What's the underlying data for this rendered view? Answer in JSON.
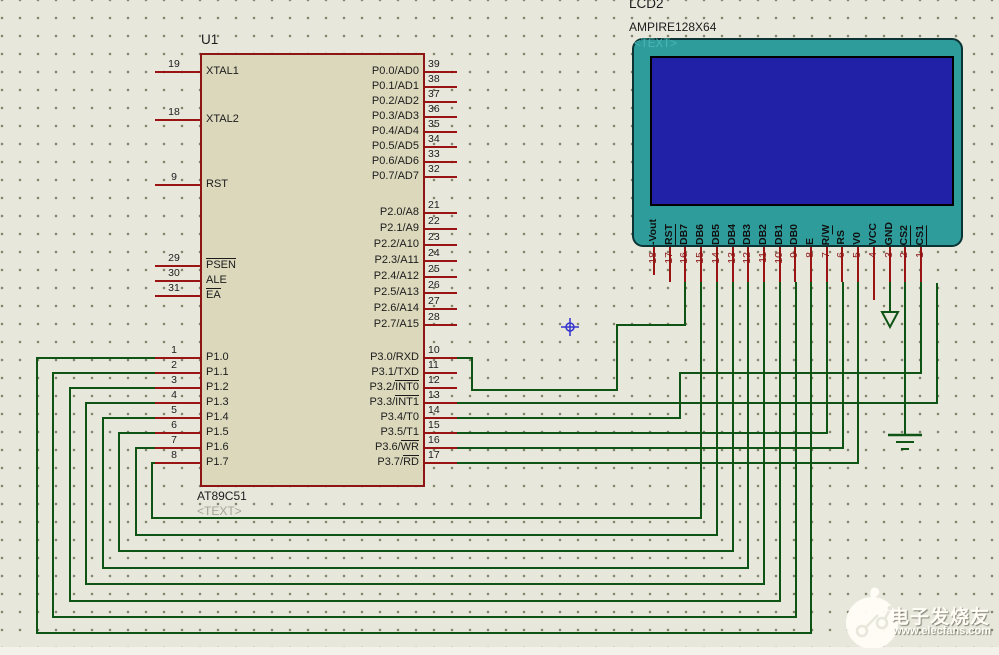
{
  "colors": {
    "background": "#e8e7dc",
    "wire_green": "#0e5414",
    "pin_red": "#9b1414",
    "chip_fill": "#dbd8bc",
    "chip_border": "#8f1515",
    "lcd_frame": "#2f9c9c",
    "lcd_screen": "#2121a8",
    "crosshair_blue": "#3333cc",
    "number_maroon": "#8b1616"
  },
  "chip": {
    "ref": "U1",
    "part": "AT89C51",
    "note": "<TEXT>",
    "left_pins": [
      {
        "num": "19",
        "pre": "XTAL1",
        "bar": ""
      },
      {
        "num": "18",
        "pre": "XTAL2",
        "bar": ""
      },
      {
        "num": "9",
        "pre": "RST",
        "bar": ""
      },
      {
        "num": "29",
        "pre": "",
        "bar": "PSEN"
      },
      {
        "num": "30",
        "pre": "ALE",
        "bar": ""
      },
      {
        "num": "31",
        "pre": "",
        "bar": "EA"
      },
      {
        "num": "1",
        "pre": "P1.0",
        "bar": ""
      },
      {
        "num": "2",
        "pre": "P1.1",
        "bar": ""
      },
      {
        "num": "3",
        "pre": "P1.2",
        "bar": ""
      },
      {
        "num": "4",
        "pre": "P1.3",
        "bar": ""
      },
      {
        "num": "5",
        "pre": "P1.4",
        "bar": ""
      },
      {
        "num": "6",
        "pre": "P1.5",
        "bar": ""
      },
      {
        "num": "7",
        "pre": "P1.6",
        "bar": ""
      },
      {
        "num": "8",
        "pre": "P1.7",
        "bar": ""
      }
    ],
    "right_pins": [
      {
        "num": "39",
        "pre": "P0.0/AD0",
        "bar": ""
      },
      {
        "num": "38",
        "pre": "P0.1/AD1",
        "bar": ""
      },
      {
        "num": "37",
        "pre": "P0.2/AD2",
        "bar": ""
      },
      {
        "num": "36",
        "pre": "P0.3/AD3",
        "bar": ""
      },
      {
        "num": "35",
        "pre": "P0.4/AD4",
        "bar": ""
      },
      {
        "num": "34",
        "pre": "P0.5/AD5",
        "bar": ""
      },
      {
        "num": "33",
        "pre": "P0.6/AD6",
        "bar": ""
      },
      {
        "num": "32",
        "pre": "P0.7/AD7",
        "bar": ""
      },
      {
        "num": "21",
        "pre": "P2.0/A8",
        "bar": ""
      },
      {
        "num": "22",
        "pre": "P2.1/A9",
        "bar": ""
      },
      {
        "num": "23",
        "pre": "P2.2/A10",
        "bar": ""
      },
      {
        "num": "24",
        "pre": "P2.3/A11",
        "bar": ""
      },
      {
        "num": "25",
        "pre": "P2.4/A12",
        "bar": ""
      },
      {
        "num": "26",
        "pre": "P2.5/A13",
        "bar": ""
      },
      {
        "num": "27",
        "pre": "P2.6/A14",
        "bar": ""
      },
      {
        "num": "28",
        "pre": "P2.7/A15",
        "bar": ""
      },
      {
        "num": "10",
        "pre": "P3.0/RXD",
        "bar": ""
      },
      {
        "num": "11",
        "pre": "P3.1/TXD",
        "bar": ""
      },
      {
        "num": "12",
        "pre": "P3.2/",
        "bar": "INT0"
      },
      {
        "num": "13",
        "pre": "P3.3/",
        "bar": "INT1"
      },
      {
        "num": "14",
        "pre": "P3.4/T0",
        "bar": ""
      },
      {
        "num": "15",
        "pre": "P3.5/T1",
        "bar": ""
      },
      {
        "num": "16",
        "pre": "P3.6/",
        "bar": "WR"
      },
      {
        "num": "17",
        "pre": "P3.7/",
        "bar": "RD"
      }
    ]
  },
  "lcd": {
    "ref": "LCD2",
    "part": "AMPIRE128X64",
    "note": "<TEXT>",
    "pins": [
      {
        "num": "18",
        "pre": "-Vout",
        "bar": ""
      },
      {
        "num": "17",
        "pre": "",
        "bar": "RST"
      },
      {
        "num": "16",
        "pre": "DB7",
        "bar": ""
      },
      {
        "num": "15",
        "pre": "DB6",
        "bar": ""
      },
      {
        "num": "14",
        "pre": "DB5",
        "bar": ""
      },
      {
        "num": "13",
        "pre": "DB4",
        "bar": ""
      },
      {
        "num": "12",
        "pre": "DB3",
        "bar": ""
      },
      {
        "num": "11",
        "pre": "DB2",
        "bar": ""
      },
      {
        "num": "10",
        "pre": "DB1",
        "bar": ""
      },
      {
        "num": "9",
        "pre": "DB0",
        "bar": ""
      },
      {
        "num": "8",
        "pre": "E",
        "bar": ""
      },
      {
        "num": "7",
        "pre": "R/",
        "bar": "W"
      },
      {
        "num": "6",
        "pre": "RS",
        "bar": ""
      },
      {
        "num": "5",
        "pre": "V0",
        "bar": ""
      },
      {
        "num": "4",
        "pre": "VCC",
        "bar": ""
      },
      {
        "num": "3",
        "pre": "GND",
        "bar": ""
      },
      {
        "num": "2",
        "pre": "",
        "bar": "CS2"
      },
      {
        "num": "1",
        "pre": "",
        "bar": "CS1"
      }
    ]
  },
  "watermark": {
    "title": "电子发烧友",
    "url": "www.elecfans.com"
  }
}
